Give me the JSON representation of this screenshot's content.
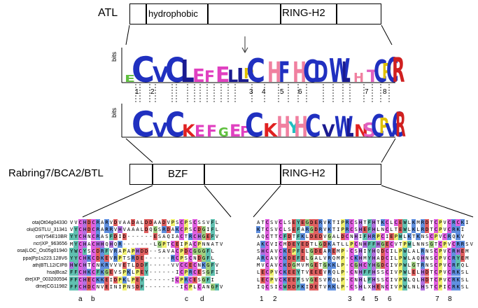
{
  "atl": {
    "name": "ATL",
    "domain1": "hydrophobic",
    "domain2": "RING-H2"
  },
  "rabring": {
    "name": "Rabring7/BCA2/BTL",
    "domain1": "BZF",
    "domain2": "RING-H2"
  },
  "logo_axis": "bits",
  "logo1_positions": [
    "1",
    "2",
    "3",
    "4",
    "5",
    "6",
    "7",
    "8"
  ],
  "align_left": {
    "names": [
      "ota|Ot04g04330",
      "olu|OSTLU_31341",
      "cel|Y54E10BR",
      "ncr|XP_963656",
      "osa|LOC_Os05g01940",
      "ppa|Pp1s223.128V6",
      "ath|BTL12/CIP8",
      "hsa|Bca2",
      "dre|XP_003200594",
      "dme|CG11982"
    ],
    "seqs": [
      "VVCHDCRARVDVAADALDDAADVPSCPSCSSVFL",
      "VYCHDCRARRVHVAAALDQGSRDAKCPSCDGIFL",
      "YYCHNCRASFDID------ESAQIACTRCHGEFV",
      "MYCHACHHQHQR-------LGPTCEIPACPNNATV",
      "YWCYSCDRFVRAPAPHDD--SAVACPDCGGGFL",
      "YYCHKCDKEVRPTSRDE------RCPSCNDGFL",
      "HWCHTCNKRVVVETLDDF-----VVCCECNKGFV",
      "FFCHKCFKGEVSPKLPEY------ICPRCESGFI",
      "FFCHECKKEIDPKLPEY------ICPRCESGFI",
      "FFCHDCNVEINIPNSDF--------ICPLCANGFV"
    ],
    "marks": [
      "a",
      "b",
      "c",
      "d"
    ]
  },
  "align_right": {
    "seqs": [
      "ATCSVCLSEYEGDERVKTIPRCSHTFHTKCLCEWLKMRDTCPVCRCKI",
      "KTCSVCLSEFARGDRVKTIPRCSHEFHLNCLTEWLKLRDTCPVCRKI",
      "AQCTTCFDTFKLDEDVGALDCNHIFHRPCIEPWLKTKNSCPVCRQKV",
      "AKCVICMDEYEDTLGDKATLLPCNHFFHGECVTPWLNNSGTCPVCRRSV",
      "SHCAVCKEPFELGDEAREMP-CSHIYHQDCILPWLALRNSCPVCRHEM",
      "ARCAVCKDEFELGALVRQMP-CKHMYHADCILPWLAQHNSCPVCRYEM",
      "MVCAVCKDGMVMGETGKKLP-CGHCYHGDCIVPWLGTRNSCPVCRFQL",
      "LECPVCKEEYTVEEEVRQLP-CNHFFHSSCIVPWLELHDTCPVCRKSL",
      "LECPVCKEEFSVGESVRQLP-CNHLFHSSCIVPWLQLHDTCPVCRKSL",
      "IQCSICWDDFKIDETVRKLP-CSHLXHENCIVPWLNLHSTCPICRKSL"
    ],
    "marks": [
      "1",
      "2",
      "3",
      "4",
      "5",
      "6",
      "7",
      "8"
    ]
  },
  "colors": {
    "C": "#e060e0",
    "H": "#b070e0",
    "Y": "#60c0b0",
    "P": "#f0f070",
    "G": "#a0d080",
    "W": "#60c0b0",
    "F": "#60c0b0",
    "K": "#6090e0",
    "R": "#6090e0",
    "D": "#e06060",
    "E": "#e06060"
  }
}
